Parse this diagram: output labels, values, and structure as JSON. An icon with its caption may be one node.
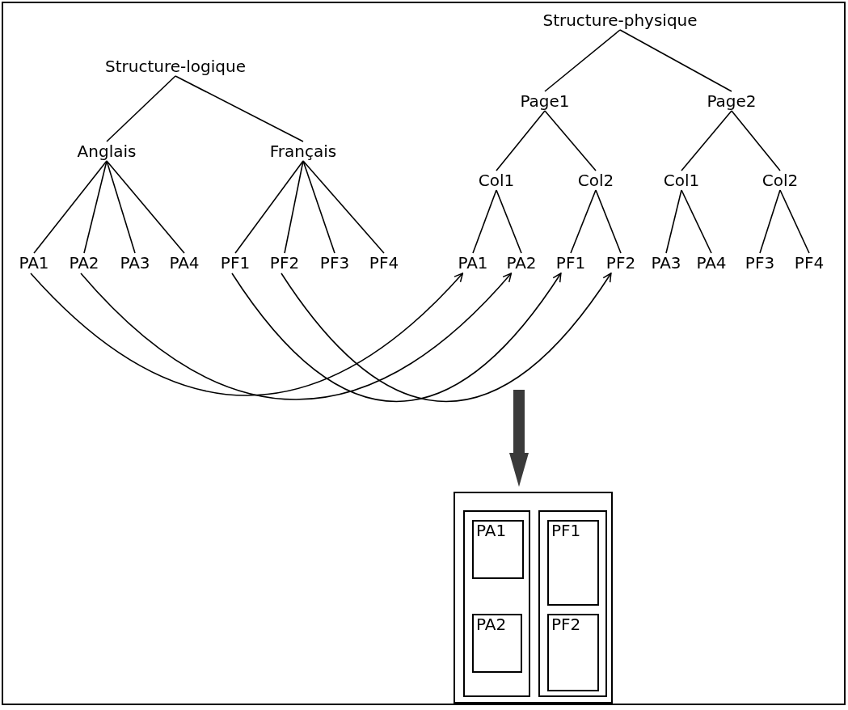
{
  "diagram": {
    "nodes": [
      {
        "text": [
          "Structure-logique"
        ]
      },
      {
        "text": [
          "Anglais"
        ]
      },
      {
        "text": [
          "Français"
        ]
      },
      {
        "text": [
          "PA1"
        ]
      },
      {
        "text": [
          "PA2"
        ]
      },
      {
        "text": [
          "PA3"
        ]
      },
      {
        "text": [
          "PA4"
        ]
      },
      {
        "text": [
          "PF1"
        ]
      },
      {
        "text": [
          "PF2"
        ]
      },
      {
        "text": [
          "PF3"
        ]
      },
      {
        "text": [
          "PF4"
        ]
      },
      {
        "text": [
          "Structure-physique"
        ]
      },
      {
        "text": [
          "Page1"
        ]
      },
      {
        "text": [
          "Page2"
        ]
      },
      {
        "text": [
          "Col1"
        ]
      },
      {
        "text": [
          "Col2"
        ]
      },
      {
        "text": [
          "Col1"
        ]
      },
      {
        "text": [
          "Col2"
        ]
      },
      {
        "text": [
          "PA1"
        ]
      },
      {
        "text": [
          "PA2"
        ]
      },
      {
        "text": [
          "PF1"
        ]
      },
      {
        "text": [
          "PF2"
        ]
      },
      {
        "text": [
          "PA3"
        ]
      },
      {
        "text": [
          "PA4"
        ]
      },
      {
        "text": [
          "PF3"
        ]
      },
      {
        "text": [
          "PF4"
        ]
      },
      {
        "text": [],
        "shape": "box"
      },
      {
        "text": [],
        "shape": "box",
        "in": 26
      },
      {
        "text": [],
        "shape": "box",
        "in": 26
      },
      {
        "text": [
          "PA1"
        ],
        "in": 27
      },
      {
        "text": [
          "PA2"
        ],
        "in": 27
      },
      {
        "text": [
          "PF1"
        ],
        "in": 28
      },
      {
        "text": [
          "PF2"
        ],
        "in": 28
      }
    ],
    "edges": [
      {
        "from": 0,
        "to": 1,
        "arrow": "none"
      },
      {
        "from": 0,
        "to": 2,
        "arrow": "none"
      },
      {
        "from": 1,
        "to": 3,
        "arrow": "none"
      },
      {
        "from": 1,
        "to": 4,
        "arrow": "none"
      },
      {
        "from": 1,
        "to": 5,
        "arrow": "none"
      },
      {
        "from": 1,
        "to": 6,
        "arrow": "none"
      },
      {
        "from": 2,
        "to": 7,
        "arrow": "none"
      },
      {
        "from": 2,
        "to": 8,
        "arrow": "none"
      },
      {
        "from": 2,
        "to": 9,
        "arrow": "none"
      },
      {
        "from": 2,
        "to": 10,
        "arrow": "none"
      },
      {
        "from": 11,
        "to": 12,
        "arrow": "none"
      },
      {
        "from": 11,
        "to": 13,
        "arrow": "none"
      },
      {
        "from": 12,
        "to": 14,
        "arrow": "none"
      },
      {
        "from": 12,
        "to": 15,
        "arrow": "none"
      },
      {
        "from": 13,
        "to": 16,
        "arrow": "none"
      },
      {
        "from": 13,
        "to": 17,
        "arrow": "none"
      },
      {
        "from": 14,
        "to": 18,
        "arrow": "none"
      },
      {
        "from": 14,
        "to": 19,
        "arrow": "none"
      },
      {
        "from": 15,
        "to": 20,
        "arrow": "none"
      },
      {
        "from": 15,
        "to": 21,
        "arrow": "none"
      },
      {
        "from": 16,
        "to": 22,
        "arrow": "none"
      },
      {
        "from": 16,
        "to": 23,
        "arrow": "none"
      },
      {
        "from": 17,
        "to": 24,
        "arrow": "none"
      },
      {
        "from": 17,
        "to": 25,
        "arrow": "none"
      },
      {
        "from": 3,
        "to": 18,
        "arrow": "to"
      },
      {
        "from": 4,
        "to": 19,
        "arrow": "to"
      },
      {
        "from": 7,
        "to": 20,
        "arrow": "to"
      },
      {
        "from": 8,
        "to": 21,
        "arrow": "to"
      },
      {
        "from": null,
        "to": 26,
        "arrow": "to",
        "style": "thick"
      }
    ]
  }
}
